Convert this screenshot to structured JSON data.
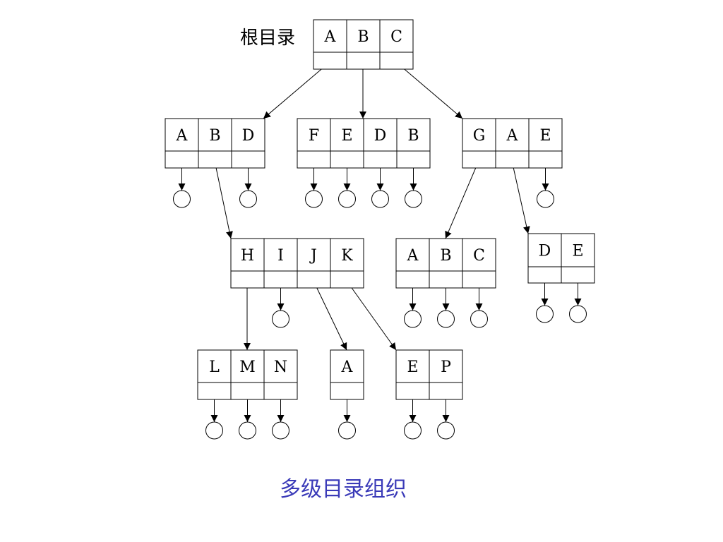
{
  "root_label": "根目录",
  "caption": "多级目录组织",
  "directories": [
    {
      "id": "root",
      "entries": [
        "A",
        "B",
        "C"
      ]
    },
    {
      "id": "d1",
      "entries": [
        "A",
        "B",
        "D"
      ]
    },
    {
      "id": "d2",
      "entries": [
        "F",
        "E",
        "D",
        "B"
      ]
    },
    {
      "id": "d3",
      "entries": [
        "G",
        "A",
        "E"
      ]
    },
    {
      "id": "d4",
      "entries": [
        "H",
        "I",
        "J",
        "K"
      ]
    },
    {
      "id": "d5",
      "entries": [
        "A",
        "B",
        "C"
      ]
    },
    {
      "id": "d6",
      "entries": [
        "D",
        "E"
      ]
    },
    {
      "id": "d7",
      "entries": [
        "L",
        "M",
        "N"
      ]
    },
    {
      "id": "d8",
      "entries": [
        "A"
      ]
    },
    {
      "id": "d9",
      "entries": [
        "E",
        "P"
      ]
    }
  ],
  "links": [
    {
      "from": "root",
      "entry": 0,
      "to": "d1"
    },
    {
      "from": "root",
      "entry": 1,
      "to": "d2"
    },
    {
      "from": "root",
      "entry": 2,
      "to": "d3"
    },
    {
      "from": "d1",
      "entry": 0,
      "to": "file"
    },
    {
      "from": "d1",
      "entry": 1,
      "to": "d4"
    },
    {
      "from": "d1",
      "entry": 2,
      "to": "file"
    },
    {
      "from": "d2",
      "entry": 0,
      "to": "file"
    },
    {
      "from": "d2",
      "entry": 1,
      "to": "file"
    },
    {
      "from": "d2",
      "entry": 2,
      "to": "file"
    },
    {
      "from": "d2",
      "entry": 3,
      "to": "file"
    },
    {
      "from": "d3",
      "entry": 0,
      "to": "d5"
    },
    {
      "from": "d3",
      "entry": 1,
      "to": "d6"
    },
    {
      "from": "d3",
      "entry": 2,
      "to": "file"
    },
    {
      "from": "d4",
      "entry": 0,
      "to": "d7"
    },
    {
      "from": "d4",
      "entry": 1,
      "to": "file"
    },
    {
      "from": "d4",
      "entry": 2,
      "to": "d8"
    },
    {
      "from": "d4",
      "entry": 3,
      "to": "d9"
    },
    {
      "from": "d5",
      "entry": 0,
      "to": "file"
    },
    {
      "from": "d5",
      "entry": 1,
      "to": "file"
    },
    {
      "from": "d5",
      "entry": 2,
      "to": "file"
    },
    {
      "from": "d6",
      "entry": 0,
      "to": "file"
    },
    {
      "from": "d6",
      "entry": 1,
      "to": "file"
    },
    {
      "from": "d7",
      "entry": 0,
      "to": "file"
    },
    {
      "from": "d7",
      "entry": 1,
      "to": "file"
    },
    {
      "from": "d7",
      "entry": 2,
      "to": "file"
    },
    {
      "from": "d8",
      "entry": 0,
      "to": "file"
    },
    {
      "from": "d9",
      "entry": 0,
      "to": "file"
    },
    {
      "from": "d9",
      "entry": 1,
      "to": "file"
    }
  ]
}
